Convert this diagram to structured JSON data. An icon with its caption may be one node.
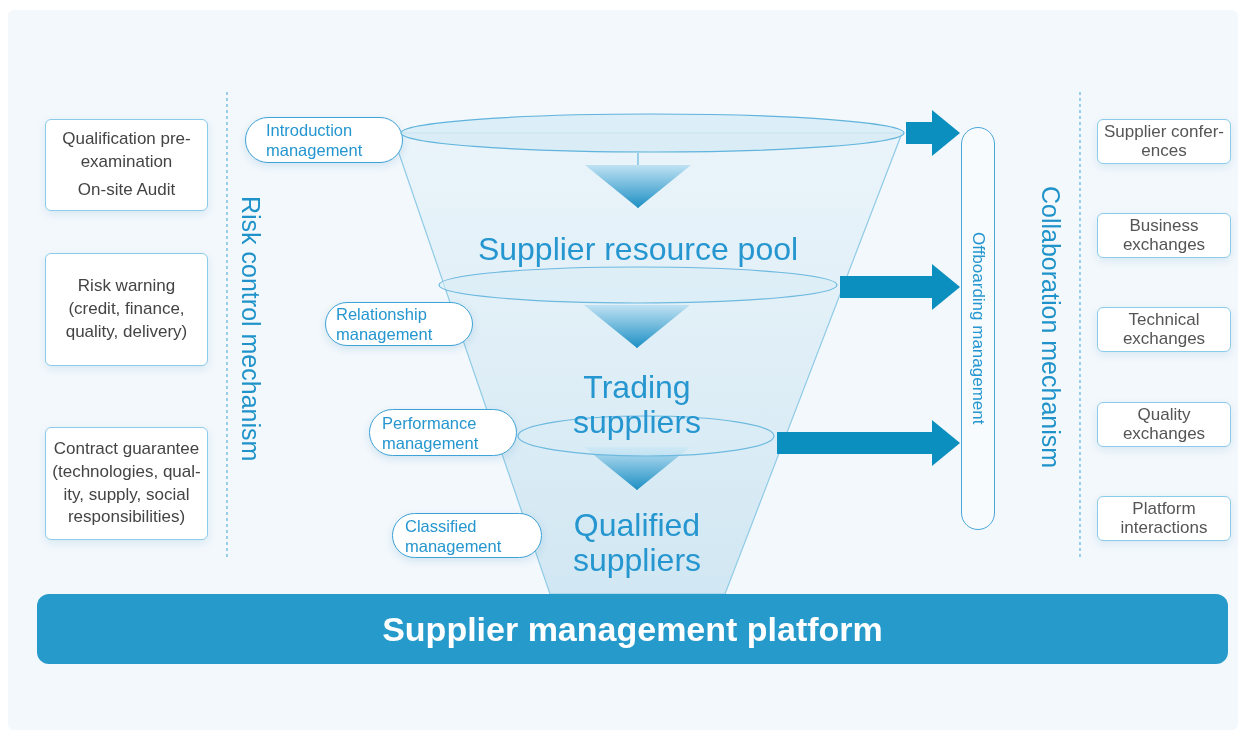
{
  "diagram": {
    "nodes": [
      {
        "text": [
          "Qualification pre-examination",
          "On-site Audit"
        ]
      },
      {
        "text": [
          "Risk warning (credit, finance, quality, delivery)"
        ]
      },
      {
        "text": [
          "Contract guarantee (technologies, qual-ity, supply, social responsibilities)"
        ]
      },
      {
        "text": [
          "Introduction management"
        ]
      },
      {
        "text": [
          "Relationship management"
        ]
      },
      {
        "text": [
          "Performance management"
        ]
      },
      {
        "text": [
          "Classified management"
        ]
      },
      {
        "text": [],
        "shape": "ellipse"
      },
      {
        "text": [
          "Supplier resource pool"
        ]
      },
      {
        "text": [
          "Trading suppliers"
        ]
      },
      {
        "text": [
          "Qualified suppliers"
        ]
      },
      {
        "text": [
          "Offboarding management"
        ]
      },
      {
        "text": [
          "Supplier confer-ences"
        ]
      },
      {
        "text": [
          "Business exchanges"
        ]
      },
      {
        "text": [
          "Technical exchanges"
        ]
      },
      {
        "text": [
          "Quality exchanges"
        ]
      },
      {
        "text": [
          "Platform interactions"
        ]
      },
      {
        "text": [
          "Supplier management platform"
        ]
      }
    ],
    "edges": [
      {
        "from": 7,
        "to": 8,
        "arrow": "to"
      },
      {
        "from": 8,
        "to": 9,
        "arrow": "to"
      },
      {
        "from": 9,
        "to": 10,
        "arrow": "to"
      },
      {
        "from": 7,
        "to": 11,
        "arrow": "to",
        "style": "thick",
        "color": "#0a8fbe"
      },
      {
        "from": 8,
        "to": 11,
        "arrow": "to",
        "style": "thick",
        "color": "#0a8fbe"
      },
      {
        "from": 9,
        "to": 11,
        "arrow": "to",
        "style": "thick",
        "color": "#0a8fbe"
      }
    ],
    "labels": [
      "Risk control mechanism",
      "Collaboration mechanism"
    ]
  }
}
